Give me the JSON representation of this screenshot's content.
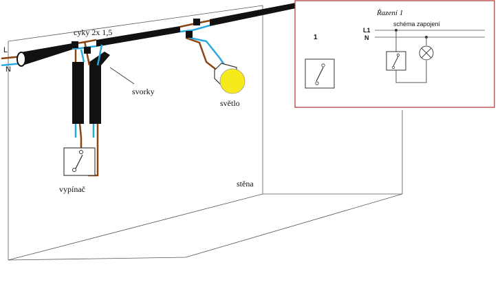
{
  "labels": {
    "cable": "cyky 2x 1,5",
    "terminals": "svorky",
    "light": "světlo",
    "switch": "vypínač",
    "wall": "stěna",
    "phase": "L",
    "neutral": "N"
  },
  "inset": {
    "title": "Řazení 1",
    "scheme": "schéma zapojení",
    "number": "1",
    "phase": "L1",
    "neutral": "N"
  },
  "colors": {
    "phase_wire": "#8b4513",
    "neutral_wire": "#29a8e0",
    "cable_sheath": "#111111",
    "lamp_glow": "#f7ea1c",
    "inset_border": "#b03030"
  }
}
